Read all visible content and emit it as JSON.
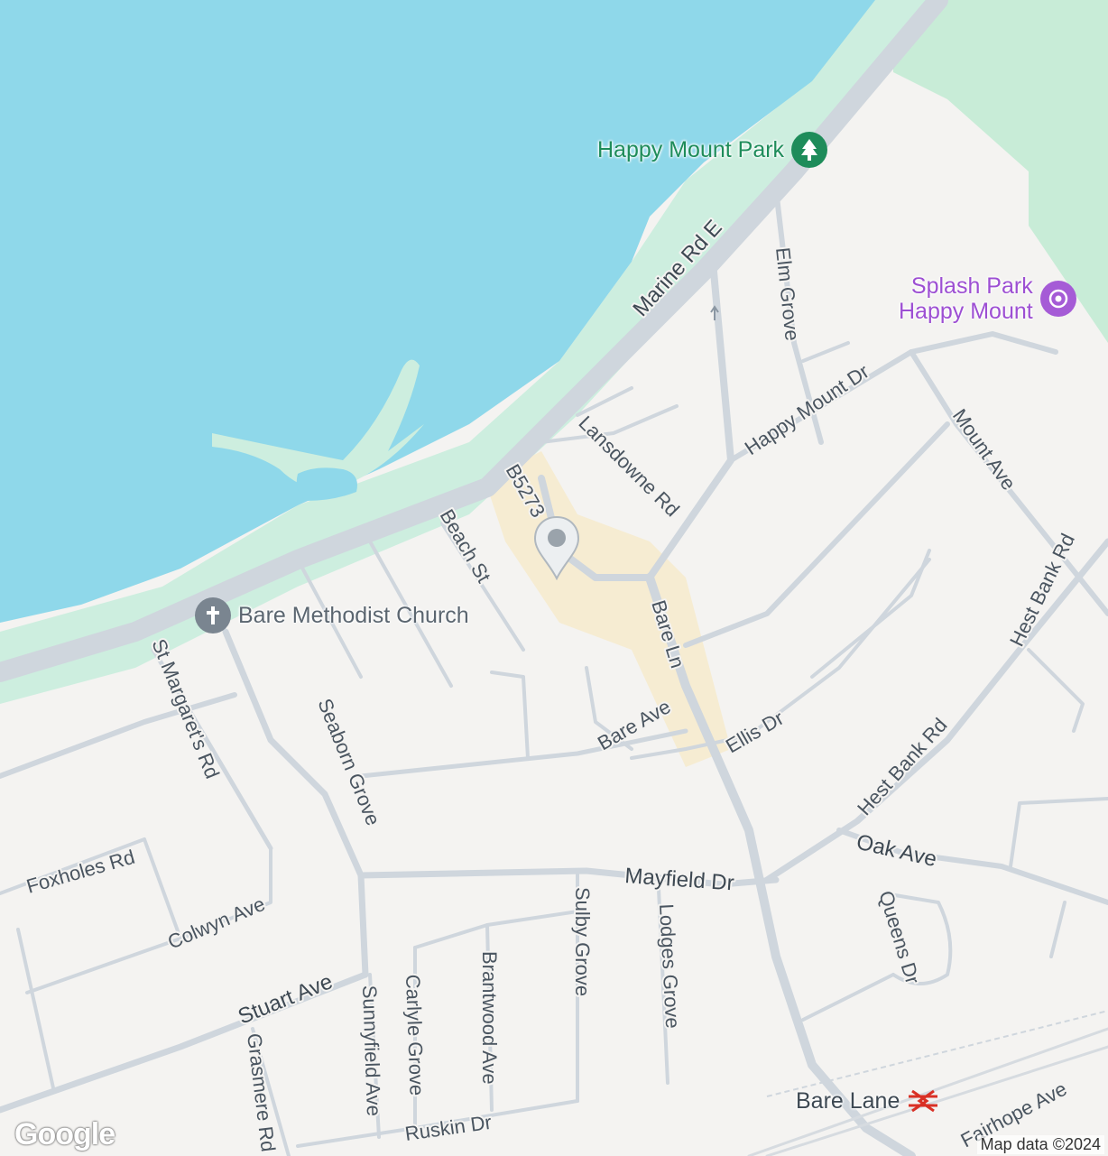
{
  "map": {
    "colors": {
      "water": "#8fd8ea",
      "land": "#f4f3f1",
      "park": "#c8ecd7",
      "shore": "#cdeedf",
      "road": "#cfd6dd",
      "highlight": "#f6ecd2"
    },
    "pois": {
      "park": {
        "label": "Happy Mount Park",
        "icon": "tree-icon"
      },
      "splash": {
        "label_line1": "Splash Park",
        "label_line2": "Happy Mount",
        "icon": "water-play-icon"
      },
      "church": {
        "label": "Bare Methodist Church",
        "icon": "cross-icon"
      },
      "station": {
        "label": "Bare Lane",
        "icon": "rail-icon"
      }
    },
    "roads": {
      "marine_rd_e": "Marine Rd E",
      "elm_grove": "Elm Grove",
      "happy_mount_dr": "Happy Mount Dr",
      "mount_ave": "Mount Ave",
      "hest_bank_rd_top": "Hest Bank Rd",
      "hest_bank_rd_bottom": "Hest Bank Rd",
      "lansdowne_rd": "Lansdowne Rd",
      "b5273": "B5273",
      "beach_st": "Beach St",
      "bare_ln": "Bare Ln",
      "bare_ave": "Bare Ave",
      "ellis_dr": "Ellis Dr",
      "st_margarets_rd": "St Margaret's Rd",
      "seaborn_grove": "Seaborn Grove",
      "foxholes_rd": "Foxholes Rd",
      "colwyn_ave": "Colwyn Ave",
      "mayfield_dr": "Mayfield Dr",
      "oak_ave": "Oak Ave",
      "queens_dr": "Queens Dr",
      "sulby_grove": "Sulby Grove",
      "lodges_grove": "Lodges Grove",
      "brantwood_ave": "Brantwood Ave",
      "carlyle_grove": "Carlyle Grove",
      "sunnyfield_ave": "Sunnyfield Ave",
      "stuart_ave": "Stuart Ave",
      "grasmere_rd": "Grasmere Rd",
      "ruskin_dr": "Ruskin Dr",
      "fairhope_ave": "Fairhope Ave"
    },
    "footer": {
      "logo": "Google",
      "attribution": "Map data ©2024"
    }
  }
}
